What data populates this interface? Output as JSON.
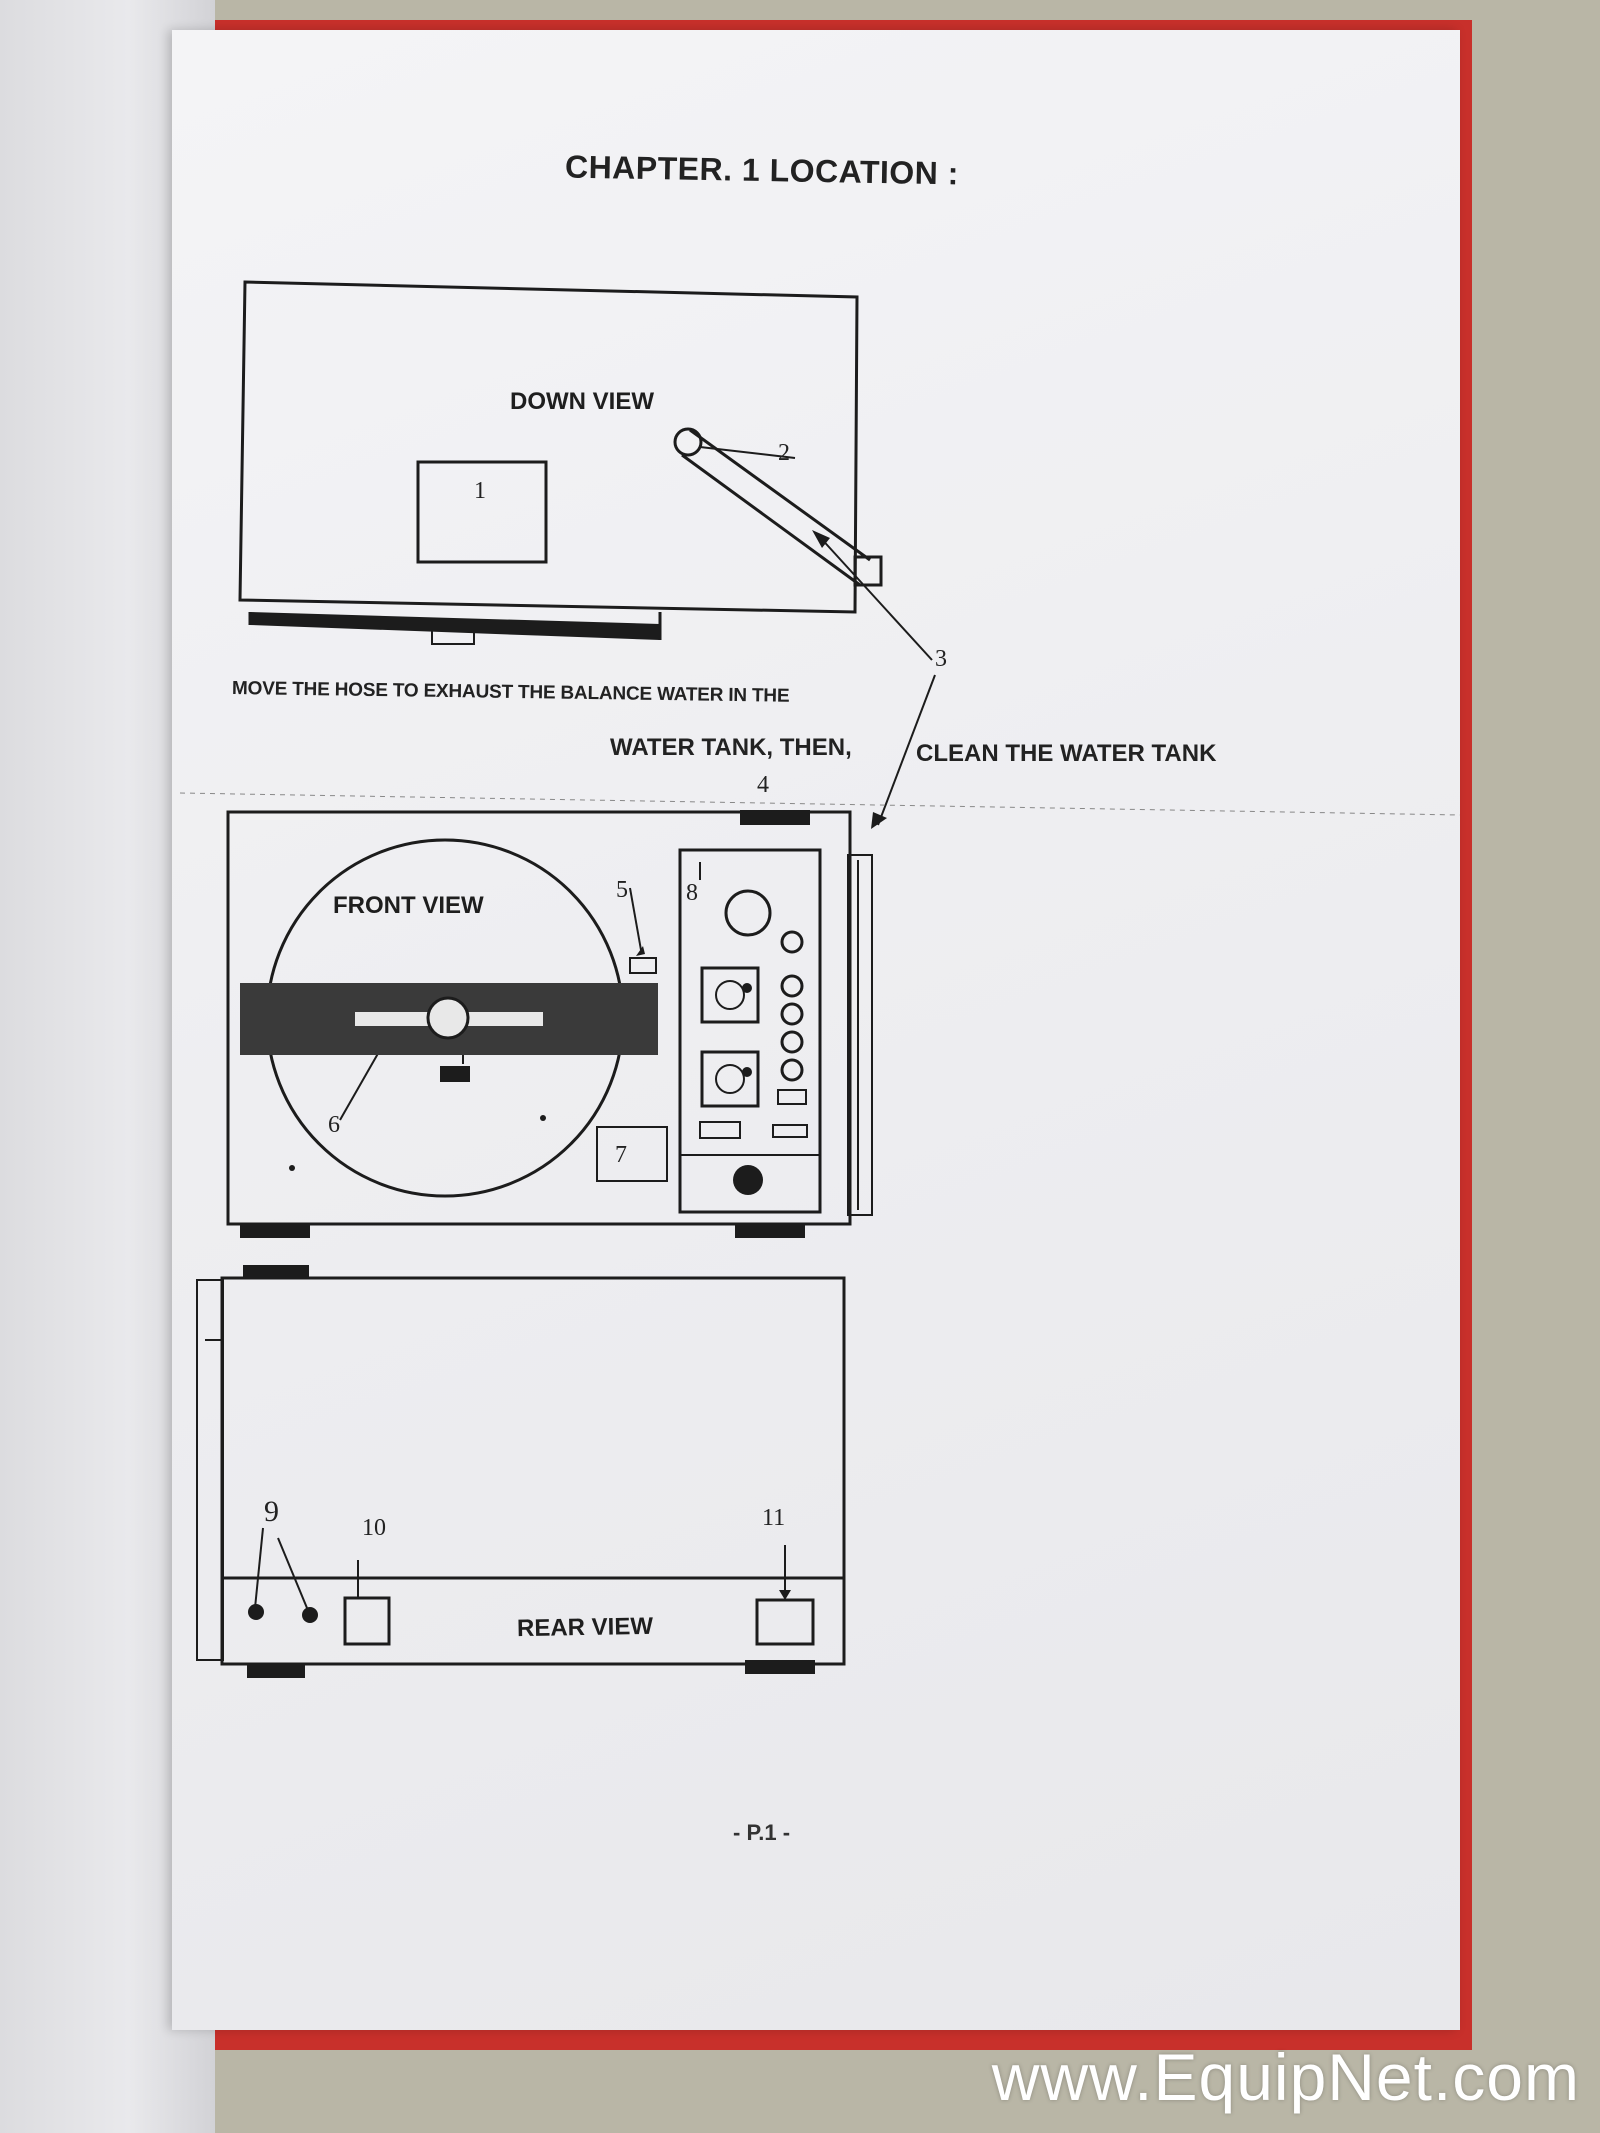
{
  "document": {
    "title": "CHAPTER. 1 LOCATION :",
    "instructions": {
      "line1": "MOVE THE HOSE TO EXHAUST THE BALANCE WATER IN THE",
      "line2a": "WATER TANK, THEN,",
      "line2b": "CLEAN THE WATER TANK"
    },
    "views": {
      "down": "DOWN VIEW",
      "front": "FRONT VIEW",
      "rear": "REAR VIEW"
    },
    "callouts": [
      "1",
      "2",
      "3",
      "4",
      "5",
      "6",
      "7",
      "8",
      "9",
      "10",
      "11"
    ],
    "page_number": "- P.1 -"
  },
  "watermark": "www.EquipNet.com"
}
